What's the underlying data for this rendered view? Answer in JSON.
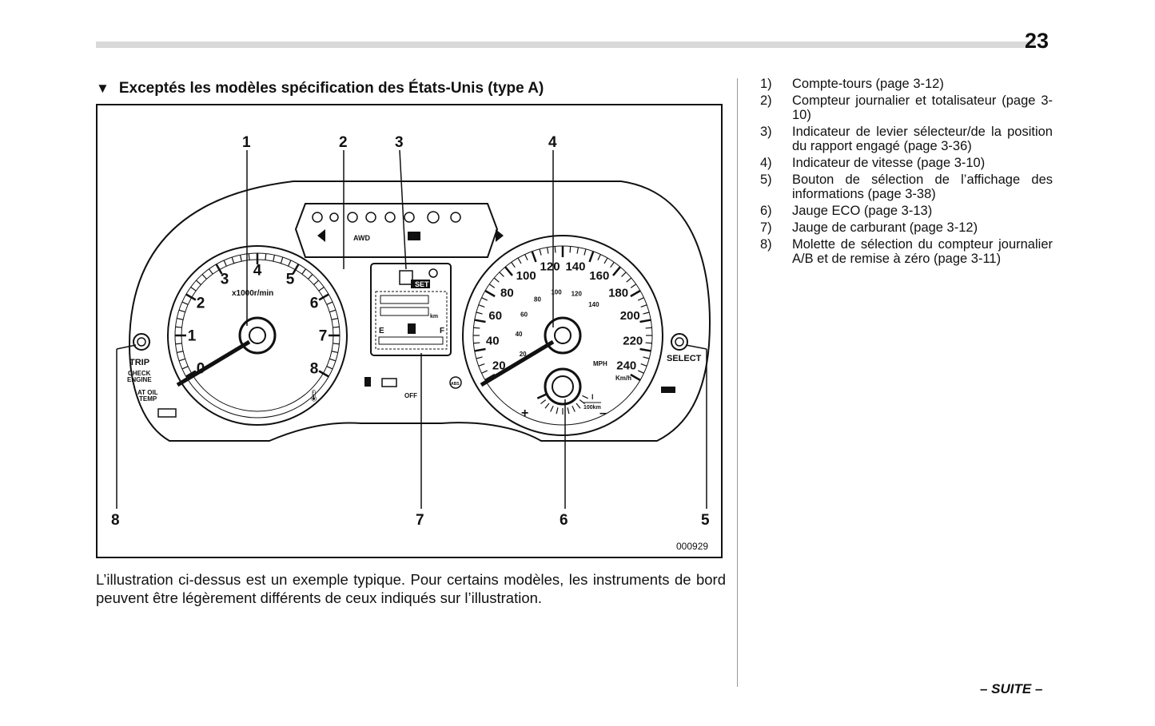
{
  "page": {
    "number": "23",
    "continued": "– SUITE –"
  },
  "section": {
    "marker": "▼",
    "title": "Exceptés les modèles spécification des États-Unis (type A)"
  },
  "figure": {
    "code": "000929",
    "callouts": [
      "1",
      "2",
      "3",
      "4",
      "8",
      "7",
      "6",
      "5"
    ],
    "tachometer": {
      "numbers": [
        "0",
        "1",
        "2",
        "3",
        "4",
        "5",
        "6",
        "7",
        "8"
      ],
      "unit": "x1000r/min"
    },
    "speedometer": {
      "kmh_numbers": [
        "20",
        "40",
        "60",
        "80",
        "100",
        "120",
        "140",
        "160",
        "180",
        "200",
        "220",
        "240"
      ],
      "mph_numbers": [
        "20",
        "40",
        "60",
        "80",
        "100",
        "120",
        "140"
      ],
      "unit_mph": "MPH",
      "unit_kmh": "Km/h"
    },
    "eco": {
      "plus": "+",
      "minus": "–",
      "unit_top": "l",
      "unit_bottom": "100km"
    },
    "display": {
      "set": "SET",
      "km": "km",
      "empty": "E",
      "full": "F",
      "awd": "AWD",
      "off": "OFF",
      "abs": "ABS"
    },
    "left_labels": {
      "trip": "TRIP",
      "check_engine": [
        "CHECK",
        "ENGINE"
      ],
      "at_oil_temp": [
        "AT OIL",
        "TEMP"
      ]
    },
    "right_labels": {
      "select": "SELECT"
    },
    "colors": {
      "line": "#111111",
      "background": "#ffffff"
    }
  },
  "caption": "L’illustration ci-dessus est un exemple typique. Pour certains modèles, les instruments de bord peuvent être légèrement différents de ceux indiqués sur l’illustration.",
  "legend": [
    {
      "num": "1)",
      "text": "Compte-tours (page 3-12)"
    },
    {
      "num": "2)",
      "text": "Compteur journalier et totalisateur (page 3-10)"
    },
    {
      "num": "3)",
      "text": "Indicateur de levier sélecteur/de la position du rapport engagé (page 3-36)"
    },
    {
      "num": "4)",
      "text": "Indicateur de vitesse (page 3-10)"
    },
    {
      "num": "5)",
      "text": "Bouton de sélection de l’affichage des informations (page 3-38)"
    },
    {
      "num": "6)",
      "text": "Jauge ECO (page 3-13)"
    },
    {
      "num": "7)",
      "text": "Jauge de carburant (page 3-12)"
    },
    {
      "num": "8)",
      "text": "Molette de sélection du compteur journalier A/B et de remise à zéro (page 3-11)"
    }
  ]
}
